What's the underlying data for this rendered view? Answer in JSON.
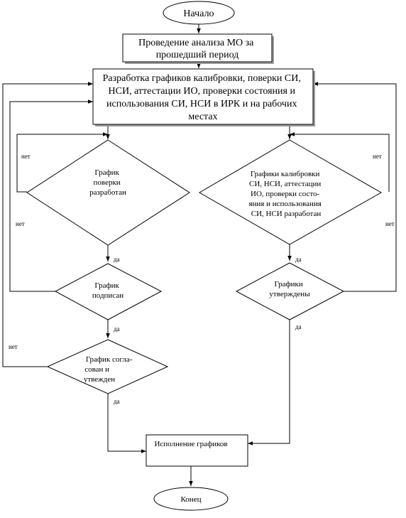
{
  "nodes": {
    "start": "Начало",
    "analysis": [
      "Проведение анализа МО за",
      "прошедший период"
    ],
    "develop": [
      "Разработка графиков калибровки, поверки СИ,",
      "НСИ, аттестации ИО, проверки состояния и",
      "использования СИ, НСИ в ИРК и на рабочих",
      "местах"
    ],
    "d_left_dev": [
      "График",
      "поверки",
      "разработан"
    ],
    "d_right_dev": [
      "Графики калибровки",
      "СИ, НСИ, аттестации",
      "ИО, проверки состо-",
      "яния и использования",
      "СИ, НСИ разработан"
    ],
    "d_signed": [
      "График",
      "подписан"
    ],
    "d_approved_right": [
      "Графики",
      "утверждены"
    ],
    "d_agreed": [
      "График согла-",
      "сован и",
      "утвежден"
    ],
    "exec": "Исполнение графиков",
    "end": "Конец"
  },
  "edge_labels": {
    "no": "нет",
    "yes": "да"
  }
}
